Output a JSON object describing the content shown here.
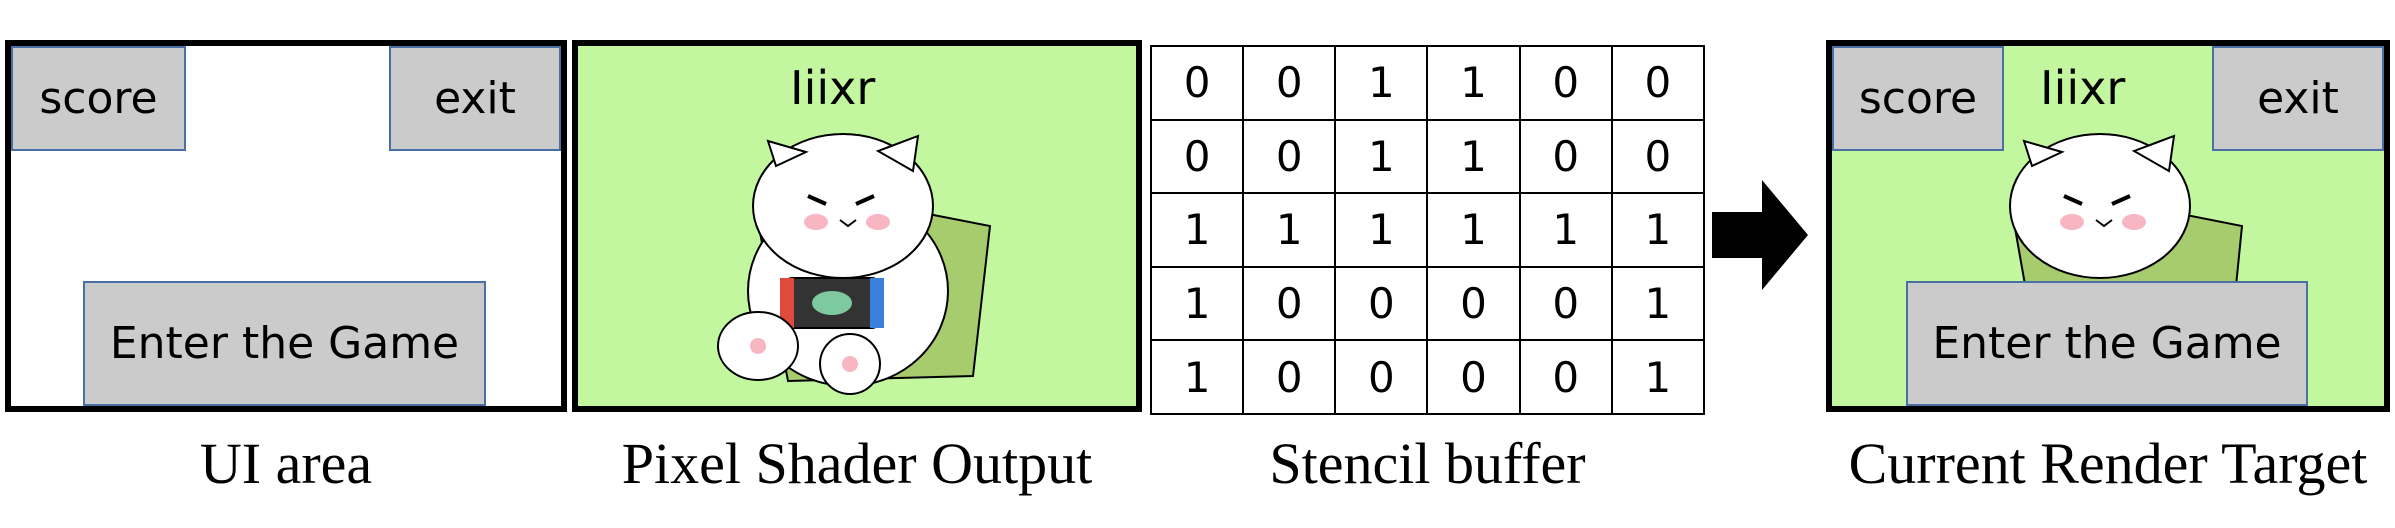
{
  "ui_area": {
    "score_label": "score",
    "exit_label": "exit",
    "enter_label": "Enter the Game",
    "caption": "UI area"
  },
  "pixel_shader": {
    "title_text": "Iiixr",
    "caption": "Pixel Shader Output",
    "background_color": "#c2f7a0"
  },
  "stencil": {
    "caption": "Stencil buffer",
    "rows": [
      [
        "0",
        "0",
        "1",
        "1",
        "0",
        "0"
      ],
      [
        "0",
        "0",
        "1",
        "1",
        "0",
        "0"
      ],
      [
        "1",
        "1",
        "1",
        "1",
        "1",
        "1"
      ],
      [
        "1",
        "0",
        "0",
        "0",
        "0",
        "1"
      ],
      [
        "1",
        "0",
        "0",
        "0",
        "0",
        "1"
      ]
    ]
  },
  "arrow": {
    "icon": "right-arrow-icon"
  },
  "render_target": {
    "score_label": "score",
    "exit_label": "exit",
    "enter_label": "Enter the Game",
    "title_text": "Iiixr",
    "caption": "Current Render Target"
  }
}
